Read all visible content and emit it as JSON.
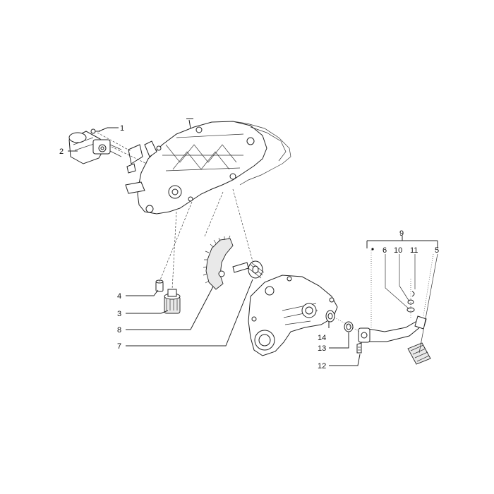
{
  "callouts": [
    {
      "id": "c1",
      "text": "1"
    },
    {
      "id": "c2",
      "text": "2"
    },
    {
      "id": "c3",
      "text": "3"
    },
    {
      "id": "c4",
      "text": "4"
    },
    {
      "id": "c5",
      "text": "5"
    },
    {
      "id": "c6",
      "text": "6"
    },
    {
      "id": "c7",
      "text": "7"
    },
    {
      "id": "c8",
      "text": "8"
    },
    {
      "id": "c9",
      "text": "9"
    },
    {
      "id": "c10",
      "text": "10"
    },
    {
      "id": "c11",
      "text": "11"
    },
    {
      "id": "c12",
      "text": "12"
    },
    {
      "id": "c13",
      "text": "13"
    },
    {
      "id": "c14",
      "text": "14"
    }
  ]
}
